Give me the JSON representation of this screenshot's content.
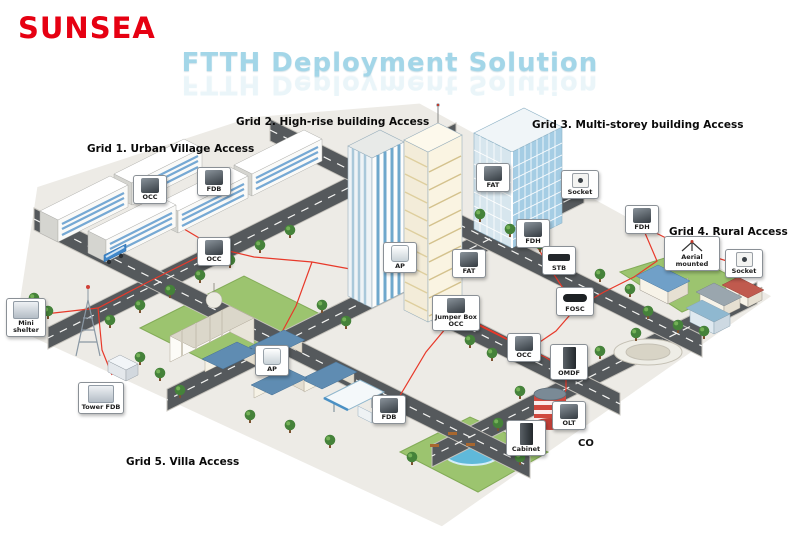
{
  "brand": {
    "logo_text": "SUNSEA",
    "logo_color": "#e60012"
  },
  "title": {
    "text": "FTTH Deployment Solution",
    "color": "#a3d6e8"
  },
  "grid_labels": [
    {
      "id": "grid-1",
      "text": "Grid 1. Urban Village Access"
    },
    {
      "id": "grid-2",
      "text": "Grid 2. High-rise building Access"
    },
    {
      "id": "grid-3",
      "text": "Grid 3. Multi-storey building Access"
    },
    {
      "id": "grid-4",
      "text": "Grid 4. Rural Access"
    },
    {
      "id": "grid-5",
      "text": "Grid 5. Villa Access"
    }
  ],
  "callouts": [
    {
      "id": "occ-urban-indoor",
      "label": "OCC",
      "icon": "cabinet-icon"
    },
    {
      "id": "fdb-urban",
      "label": "FDB",
      "icon": "cabinet-icon"
    },
    {
      "id": "occ-urban-street",
      "label": "OCC",
      "icon": "cabinet-icon"
    },
    {
      "id": "mini-shelter",
      "label": "Mini shelter",
      "icon": "shelter-icon"
    },
    {
      "id": "tower-fdb",
      "label": "Tower FDB",
      "icon": "shelter-icon"
    },
    {
      "id": "ap-villa",
      "label": "AP",
      "icon": "access-point-icon"
    },
    {
      "id": "ap-highrise",
      "label": "AP",
      "icon": "access-point-icon"
    },
    {
      "id": "fat-highrise",
      "label": "FAT",
      "icon": "cabinet-icon"
    },
    {
      "id": "fdh-central",
      "label": "FDH",
      "icon": "cabinet-icon"
    },
    {
      "id": "stb",
      "label": "STB",
      "icon": "set-top-box-icon"
    },
    {
      "id": "fosc",
      "label": "FOSC",
      "icon": "splice-closure-icon"
    },
    {
      "id": "jumper-box-occ",
      "label": "Jumper Box OCC",
      "icon": "cabinet-icon"
    },
    {
      "id": "occ-central",
      "label": "OCC",
      "icon": "cabinet-icon"
    },
    {
      "id": "omdf",
      "label": "OMDF",
      "icon": "rack-icon"
    },
    {
      "id": "fdb-street",
      "label": "FDB",
      "icon": "cabinet-icon"
    },
    {
      "id": "cabinet",
      "label": "Cabinet",
      "icon": "rack-icon"
    },
    {
      "id": "olt",
      "label": "OLT",
      "icon": "cabinet-icon"
    },
    {
      "id": "fat-multistorey",
      "label": "FAT",
      "icon": "cabinet-icon"
    },
    {
      "id": "socket-multistorey",
      "label": "Socket",
      "icon": "socket-icon"
    },
    {
      "id": "fdh-rural",
      "label": "FDH",
      "icon": "cabinet-icon"
    },
    {
      "id": "aerial-mounted",
      "label": "Aerial mounted",
      "icon": "antenna-icon"
    },
    {
      "id": "socket-rural",
      "label": "Socket",
      "icon": "socket-icon"
    }
  ],
  "annotations": {
    "central_office": "CO"
  },
  "colors": {
    "brand_red": "#e60012",
    "title_blue": "#a3d6e8",
    "fiber_red": "#e8392a",
    "road_gray": "#55595c",
    "grass_green": "#9cc46f"
  }
}
